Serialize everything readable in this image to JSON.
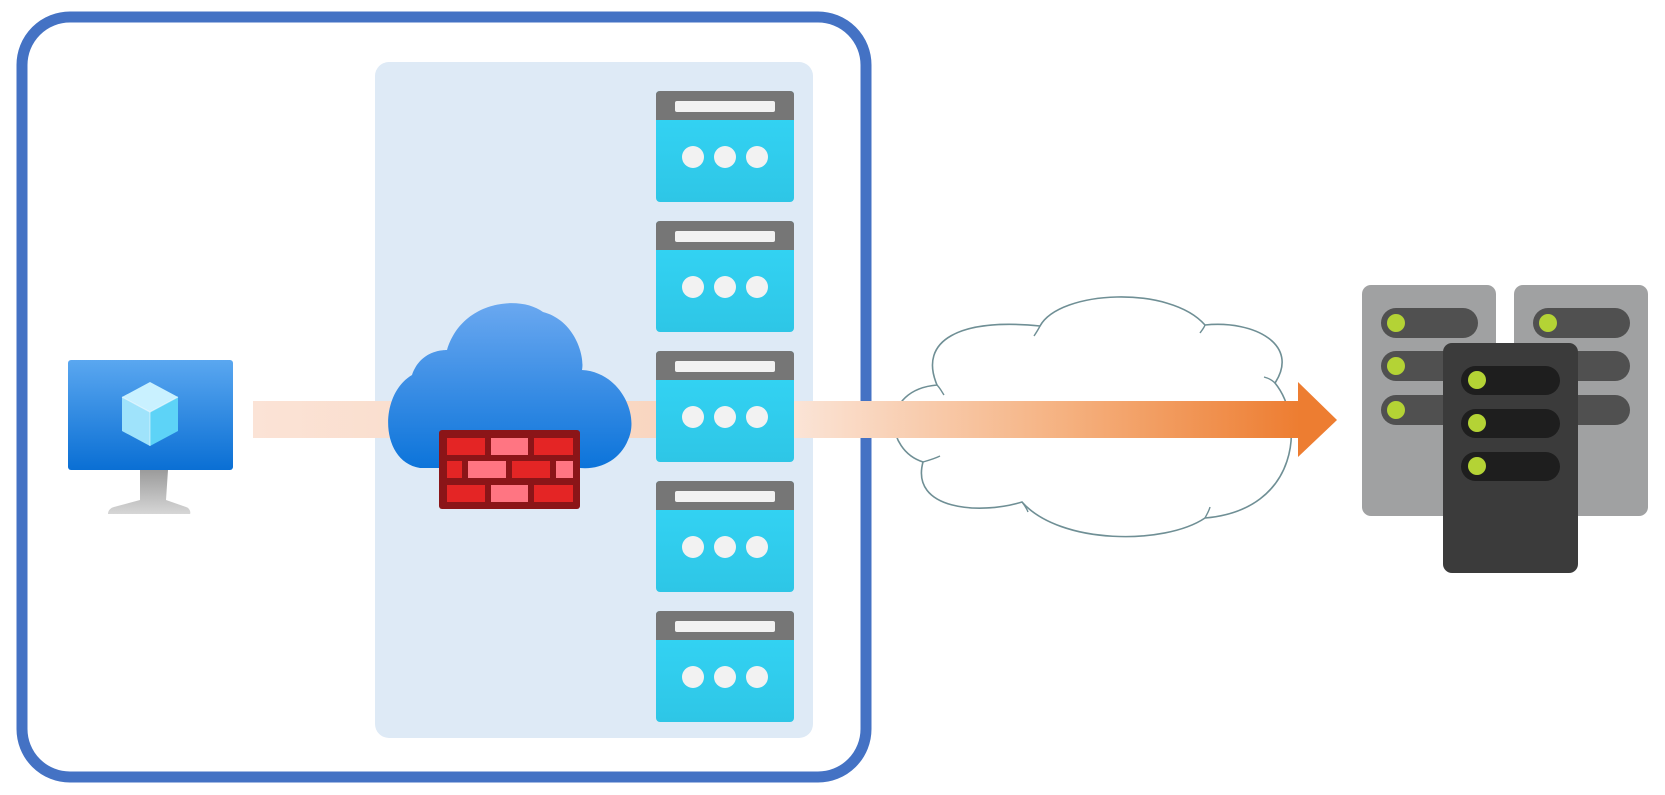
{
  "diagram": {
    "nodes": [
      {
        "id": "virtual-machine",
        "icon": "azure-virtual-machine-icon"
      },
      {
        "id": "firewall",
        "icon": "azure-firewall-cloud-icon"
      },
      {
        "id": "public-ip-addresses",
        "icon": "public-ip-address-icon",
        "count": 5
      },
      {
        "id": "internet",
        "icon": "internet-cloud-outline-icon"
      },
      {
        "id": "external-servers",
        "icon": "server-rack-icon",
        "count": 3
      }
    ],
    "edges": [
      {
        "from": "virtual-machine",
        "to": "external-servers",
        "style": "gradient-arrow"
      }
    ],
    "colors": {
      "boundary_border": "#4472C4",
      "subnet_fill": "#DEEAF6",
      "arrow_start": "#FBE3D6",
      "arrow_end": "#ED7D31",
      "cloud_outline": "#6F8F95",
      "ip_body": "#32D4F5",
      "ip_header": "#767676",
      "server_light_gray": "#A0A1A2",
      "server_dark": "#3B3B3B",
      "server_led": "#B4D335"
    }
  }
}
